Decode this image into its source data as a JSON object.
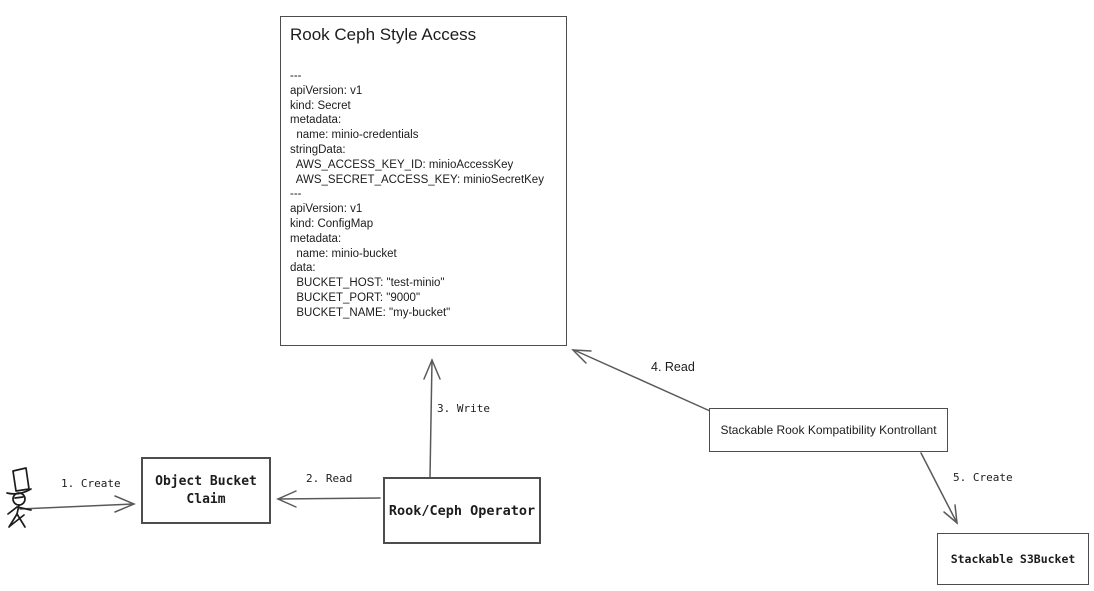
{
  "colors": {
    "background": "#ffffff",
    "box_border": "#4d4d4d",
    "arrow": "#595959",
    "text": "#1c1c1c"
  },
  "main_box": {
    "title": "Rook Ceph Style Access",
    "yaml_lines": [
      "---",
      "apiVersion: v1",
      "kind: Secret",
      "metadata:",
      "  name: minio-credentials",
      "stringData:",
      "  AWS_ACCESS_KEY_ID: minioAccessKey",
      "  AWS_SECRET_ACCESS_KEY: minioSecretKey",
      "---",
      "apiVersion: v1",
      "kind: ConfigMap",
      "metadata:",
      "  name: minio-bucket",
      "data:",
      "  BUCKET_HOST: \"test-minio\"",
      "  BUCKET_PORT: \"9000\"",
      "  BUCKET_NAME: \"my-bucket\""
    ]
  },
  "nodes": {
    "object_bucket_claim": {
      "label": "Object Bucket\nClaim"
    },
    "rook_ceph_operator": {
      "label": "Rook/Ceph Operator"
    },
    "kompatibility_kontrollant": {
      "label": "Stackable Rook Kompatibility Kontrollant"
    },
    "stackable_s3bucket": {
      "label": "Stackable S3Bucket"
    }
  },
  "arrows": [
    {
      "label": "1. Create"
    },
    {
      "label": "2. Read"
    },
    {
      "label": "3. Write"
    },
    {
      "label": "4. Read"
    },
    {
      "label": "5. Create"
    }
  ],
  "actor": {
    "icon": "stick-figure-top-hat-icon"
  }
}
